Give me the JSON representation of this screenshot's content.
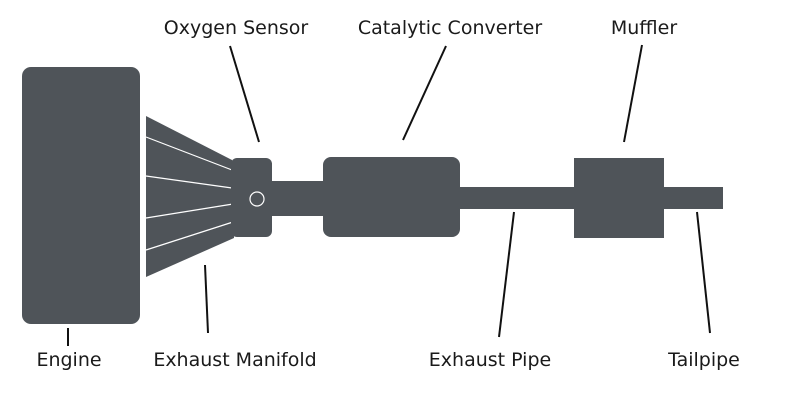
{
  "colors": {
    "part": "#4f5459",
    "leader": "#111111",
    "text": "#1a1a1a",
    "background": "#ffffff"
  },
  "labels": {
    "engine": "Engine",
    "exhaust_manifold": "Exhaust Manifold",
    "oxygen_sensor": "Oxygen Sensor",
    "catalytic_converter": "Catalytic Converter",
    "exhaust_pipe": "Exhaust Pipe",
    "muffler": "Muffler",
    "tailpipe": "Tailpipe"
  }
}
